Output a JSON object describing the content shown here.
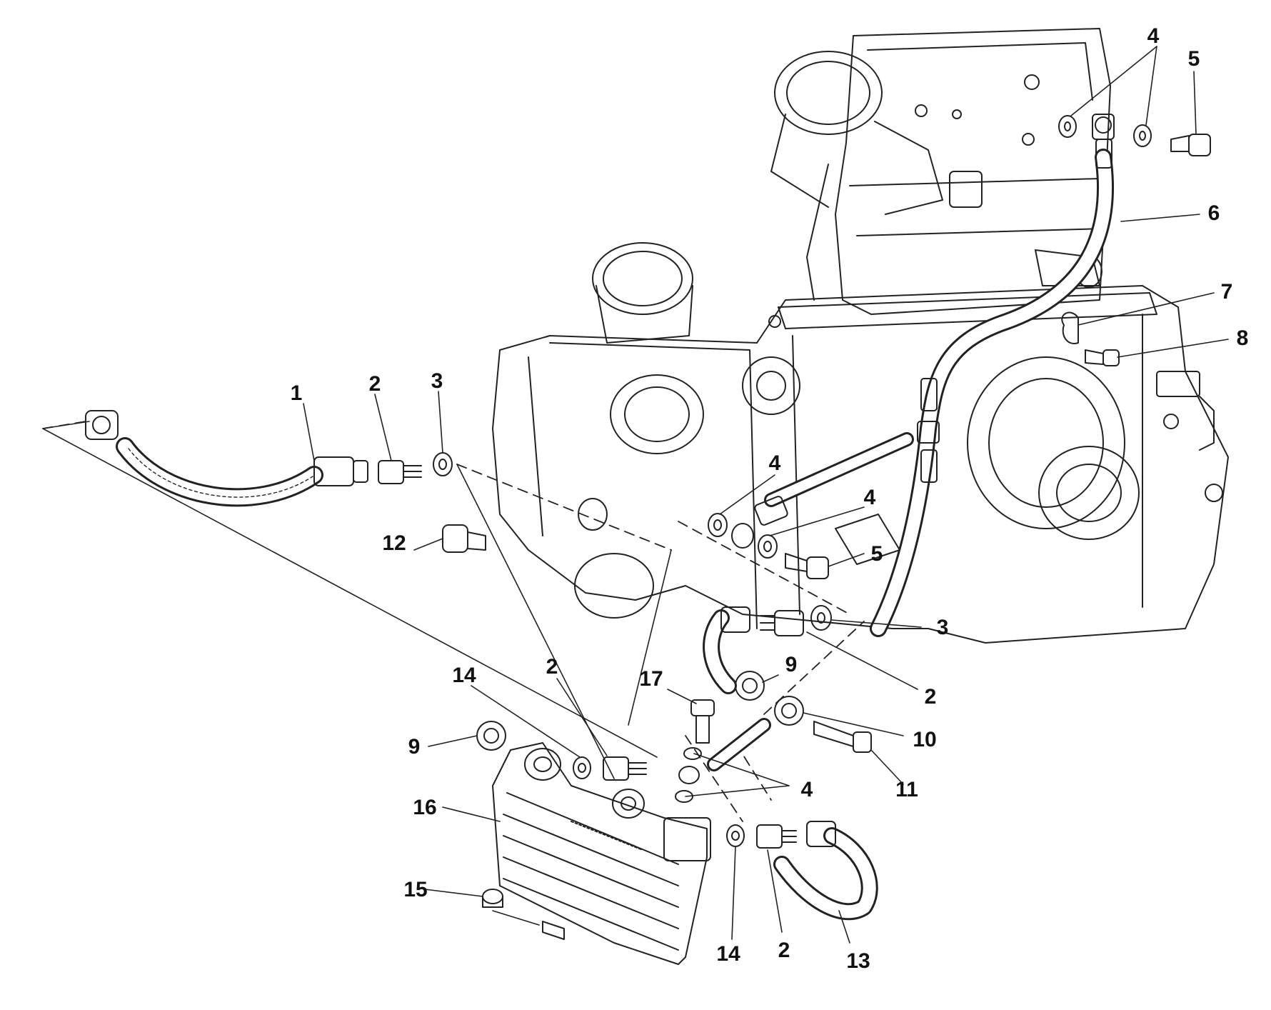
{
  "diagram": {
    "callouts": [
      {
        "id": "callout-1",
        "text": "1"
      },
      {
        "id": "callout-2-top",
        "text": "2"
      },
      {
        "id": "callout-3-top",
        "text": "3"
      },
      {
        "id": "callout-4-top",
        "text": "4"
      },
      {
        "id": "callout-5-top",
        "text": "5"
      },
      {
        "id": "callout-6",
        "text": "6"
      },
      {
        "id": "callout-7",
        "text": "7"
      },
      {
        "id": "callout-8",
        "text": "8"
      },
      {
        "id": "callout-4-mid-left",
        "text": "4"
      },
      {
        "id": "callout-4-mid-right",
        "text": "4"
      },
      {
        "id": "callout-5-mid",
        "text": "5"
      },
      {
        "id": "callout-12",
        "text": "12"
      },
      {
        "id": "callout-3-right",
        "text": "3"
      },
      {
        "id": "callout-2-right",
        "text": "2"
      },
      {
        "id": "callout-9-right",
        "text": "9"
      },
      {
        "id": "callout-10",
        "text": "10"
      },
      {
        "id": "callout-11",
        "text": "11"
      },
      {
        "id": "callout-17",
        "text": "17"
      },
      {
        "id": "callout-14-top",
        "text": "14"
      },
      {
        "id": "callout-2-cooler",
        "text": "2"
      },
      {
        "id": "callout-9-left",
        "text": "9"
      },
      {
        "id": "callout-4-bottom",
        "text": "4"
      },
      {
        "id": "callout-16",
        "text": "16"
      },
      {
        "id": "callout-15",
        "text": "15"
      },
      {
        "id": "callout-14-bottom",
        "text": "14"
      },
      {
        "id": "callout-2-bottom",
        "text": "2"
      },
      {
        "id": "callout-13",
        "text": "13"
      }
    ]
  },
  "colors": {
    "ink": "#111111",
    "paper": "#ffffff",
    "line": "#222222"
  }
}
